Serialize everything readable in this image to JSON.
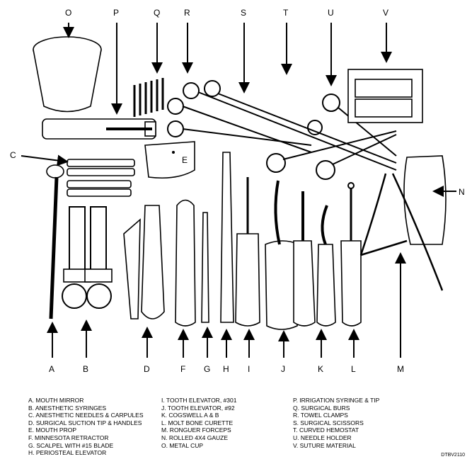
{
  "labels": {
    "A": "A",
    "B": "B",
    "C": "C",
    "D": "D",
    "E": "E",
    "F": "F",
    "G": "G",
    "H": "H",
    "I": "I",
    "J": "J",
    "K": "K",
    "L": "L",
    "M": "M",
    "N": "N",
    "O": "O",
    "P": "P",
    "Q": "Q",
    "R": "R",
    "S": "S",
    "T": "T",
    "U": "U",
    "V": "V"
  },
  "legend": {
    "col1": [
      "A. MOUTH MIRROR",
      "B. ANESTHETIC SYRINGES",
      "C. ANESTHETIC NEEDLES & CARPULES",
      "D. SURGICAL SUCTION TIP & HANDLES",
      "E. MOUTH PROP",
      "F. MINNESOTA RETRACTOR",
      "G. SCALPEL WITH #15 BLADE",
      "H. PERIOSTEAL ELEVATOR"
    ],
    "col2": [
      "I.  TOOTH ELEVATOR, #301",
      "J. TOOTH ELEVATOR, #92",
      "K. COGSWELL A & B",
      "L. MOLT BONE CURETTE",
      "M. RONGUER FORCEPS",
      "N. ROLLED 4X4 GAUZE",
      "O. METAL CUP"
    ],
    "col3": [
      "P.  IRRIGATION SYRINGE & TIP",
      "Q. SURGICAL BURS",
      "R. TOWEL CLAMPS",
      "S. SURGICAL SCISSORS",
      "T. CURVED HEMOSTAT",
      "U. NEEDLE HOLDER",
      "V. SUTURE MATERIAL"
    ]
  },
  "figure_code": "DTBV2110"
}
